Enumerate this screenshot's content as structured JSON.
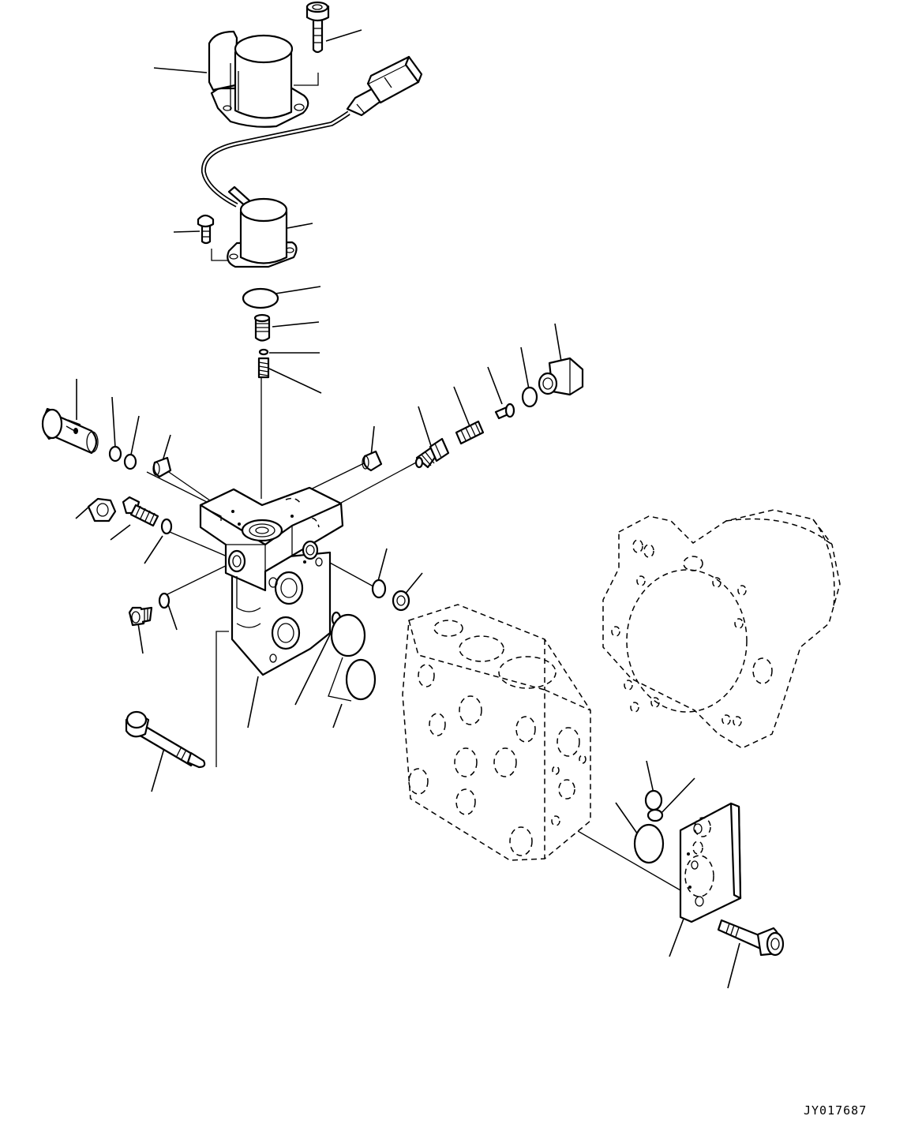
{
  "drawing_id": "JY017687",
  "parts": [
    "solenoid-valve-upper",
    "cap-screw-upper",
    "harness-connector",
    "solenoid-valve-lower",
    "screw-lower",
    "o-ring-disc",
    "spool",
    "ring",
    "spring",
    "valve-body",
    "banjo-bolt",
    "washer-a",
    "washer-b",
    "plug-a",
    "plug-b",
    "nut",
    "check-valve",
    "o-ring-a",
    "plug-c",
    "o-ring-b",
    "valve-insert",
    "spring-right",
    "pin",
    "o-ring-c",
    "plug-d",
    "o-ring-d",
    "ring-e",
    "bolt-long",
    "gasket-large",
    "gasket-small",
    "pump-housing",
    "motor-housing",
    "cover-plate",
    "o-ring-plate-a",
    "o-ring-plate-b",
    "bolt-plate"
  ]
}
